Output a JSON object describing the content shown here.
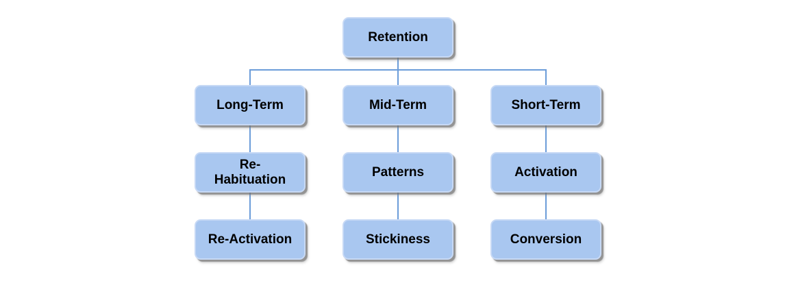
{
  "diagram": {
    "type": "tree",
    "root": "Retention",
    "background_color": "#ffffff",
    "node_fill_color": "#a9c7f0",
    "node_border_color": "#c7d9f5",
    "connector_color": "#6b9cd9",
    "text_color": "#000000",
    "nodes": [
      {
        "id": "retention",
        "label": "Retention",
        "level": 0,
        "column": "center"
      },
      {
        "id": "long-term",
        "label": "Long-Term",
        "level": 1,
        "column": "left"
      },
      {
        "id": "mid-term",
        "label": "Mid-Term",
        "level": 1,
        "column": "center"
      },
      {
        "id": "short-term",
        "label": "Short-Term",
        "level": 1,
        "column": "right"
      },
      {
        "id": "re-habituation",
        "label": "Re-\nHabituation",
        "level": 2,
        "column": "left"
      },
      {
        "id": "patterns",
        "label": "Patterns",
        "level": 2,
        "column": "center"
      },
      {
        "id": "activation",
        "label": "Activation",
        "level": 2,
        "column": "right"
      },
      {
        "id": "re-activation",
        "label": "Re-Activation",
        "level": 3,
        "column": "left"
      },
      {
        "id": "stickiness",
        "label": "Stickiness",
        "level": 3,
        "column": "center"
      },
      {
        "id": "conversion",
        "label": "Conversion",
        "level": 3,
        "column": "right"
      }
    ],
    "edges": [
      {
        "from": "retention",
        "to": "long-term"
      },
      {
        "from": "retention",
        "to": "mid-term"
      },
      {
        "from": "retention",
        "to": "short-term"
      },
      {
        "from": "long-term",
        "to": "re-habituation"
      },
      {
        "from": "re-habituation",
        "to": "re-activation"
      },
      {
        "from": "mid-term",
        "to": "patterns"
      },
      {
        "from": "patterns",
        "to": "stickiness"
      },
      {
        "from": "short-term",
        "to": "activation"
      },
      {
        "from": "activation",
        "to": "conversion"
      }
    ]
  }
}
